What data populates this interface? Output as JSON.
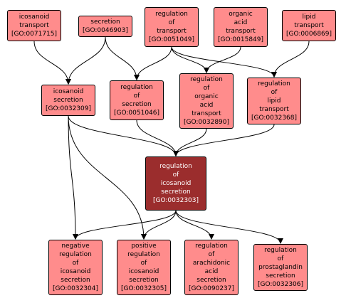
{
  "diagram": {
    "type": "GO term hierarchy",
    "colors": {
      "node_fill": "#ff8c8c",
      "focus_fill": "#9b2d2d",
      "focus_text": "#ffffff",
      "edge": "#000000"
    },
    "nodes": [
      {
        "id": "GO:0071715",
        "label": "icosanoid\ntransport",
        "go": "[GO:0071715]"
      },
      {
        "id": "GO:0046903",
        "label": "secretion",
        "go": "[GO:0046903]"
      },
      {
        "id": "GO:0051049",
        "label": "regulation\nof\ntransport",
        "go": "[GO:0051049]"
      },
      {
        "id": "GO:0015849",
        "label": "organic\nacid\ntransport",
        "go": "[GO:0015849]"
      },
      {
        "id": "GO:0006869",
        "label": "lipid\ntransport",
        "go": "[GO:0006869]"
      },
      {
        "id": "GO:0032309",
        "label": "icosanoid\nsecretion",
        "go": "[GO:0032309]"
      },
      {
        "id": "GO:0051046",
        "label": "regulation\nof\nsecretion",
        "go": "[GO:0051046]"
      },
      {
        "id": "GO:0032890",
        "label": "regulation\nof\norganic\nacid\ntransport",
        "go": "[GO:0032890]"
      },
      {
        "id": "GO:0032368",
        "label": "regulation\nof\nlipid\ntransport",
        "go": "[GO:0032368]"
      },
      {
        "id": "GO:0032303",
        "label": "regulation\nof\nicosanoid\nsecretion",
        "go": "[GO:0032303]"
      },
      {
        "id": "GO:0032304",
        "label": "negative\nregulation\nof\nicosanoid\nsecretion",
        "go": "[GO:0032304]"
      },
      {
        "id": "GO:0032305",
        "label": "positive\nregulation\nof\nicosanoid\nsecretion",
        "go": "[GO:0032305]"
      },
      {
        "id": "GO:0090237",
        "label": "regulation\nof\narachidonic\nacid\nsecretion",
        "go": "[GO:0090237]"
      },
      {
        "id": "GO:0032306",
        "label": "regulation\nof\nprostaglandin\nsecretion",
        "go": "[GO:0032306]"
      }
    ],
    "edges": [
      {
        "from": "GO:0071715",
        "to": "GO:0032309"
      },
      {
        "from": "GO:0046903",
        "to": "GO:0032309"
      },
      {
        "from": "GO:0046903",
        "to": "GO:0051046"
      },
      {
        "from": "GO:0051049",
        "to": "GO:0051046"
      },
      {
        "from": "GO:0051049",
        "to": "GO:0032890"
      },
      {
        "from": "GO:0051049",
        "to": "GO:0032368"
      },
      {
        "from": "GO:0015849",
        "to": "GO:0032890"
      },
      {
        "from": "GO:0006869",
        "to": "GO:0032368"
      },
      {
        "from": "GO:0032309",
        "to": "GO:0032303"
      },
      {
        "from": "GO:0051046",
        "to": "GO:0032303"
      },
      {
        "from": "GO:0032890",
        "to": "GO:0032303"
      },
      {
        "from": "GO:0032368",
        "to": "GO:0032303"
      },
      {
        "from": "GO:0032309",
        "to": "GO:0032304"
      },
      {
        "from": "GO:0032309",
        "to": "GO:0032305"
      },
      {
        "from": "GO:0032303",
        "to": "GO:0032304"
      },
      {
        "from": "GO:0032303",
        "to": "GO:0032305"
      },
      {
        "from": "GO:0032303",
        "to": "GO:0090237"
      },
      {
        "from": "GO:0032303",
        "to": "GO:0032306"
      }
    ]
  }
}
